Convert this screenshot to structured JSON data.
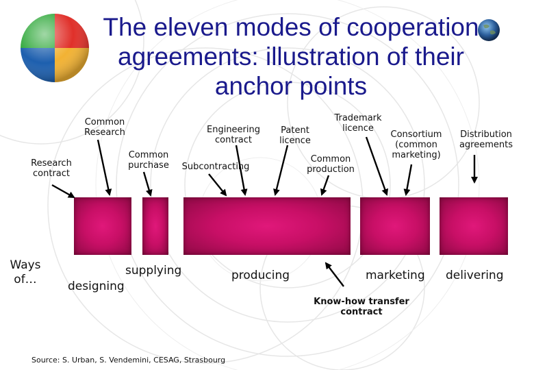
{
  "title": "The eleven modes of cooperation agreements: illustration of their anchor points",
  "title_lines": [
    "The eleven modes of cooperation",
    "agreements: illustration of their",
    "anchor points"
  ],
  "modes": [
    {
      "lines": [
        "Common",
        "Research"
      ]
    },
    {
      "lines": [
        "Research",
        "contract"
      ]
    },
    {
      "lines": [
        "Common",
        "purchase"
      ]
    },
    {
      "lines": [
        "Subcontracting"
      ]
    },
    {
      "lines": [
        "Engineering",
        "contract"
      ]
    },
    {
      "lines": [
        "Patent",
        "licence"
      ]
    },
    {
      "lines": [
        "Trademark",
        "licence"
      ]
    },
    {
      "lines": [
        "Common",
        "production"
      ]
    },
    {
      "lines": [
        "Consortium",
        "(common",
        "marketing)"
      ]
    },
    {
      "lines": [
        "Distribution",
        "agreements"
      ]
    },
    {
      "lines": [
        "Know-how transfer",
        "contract"
      ]
    }
  ],
  "ways_label": [
    "Ways",
    "of…"
  ],
  "stages": {
    "designing": "designing",
    "supplying": "supplying",
    "producing": "producing",
    "marketing": "marketing",
    "delivering": "delivering"
  },
  "source": "Source: S. Urban, S. Vendemini, CESAG, Strasbourg",
  "colors": {
    "title": "#1a1a8c",
    "box": "#c80f66",
    "box_dark": "#8e0a45"
  }
}
